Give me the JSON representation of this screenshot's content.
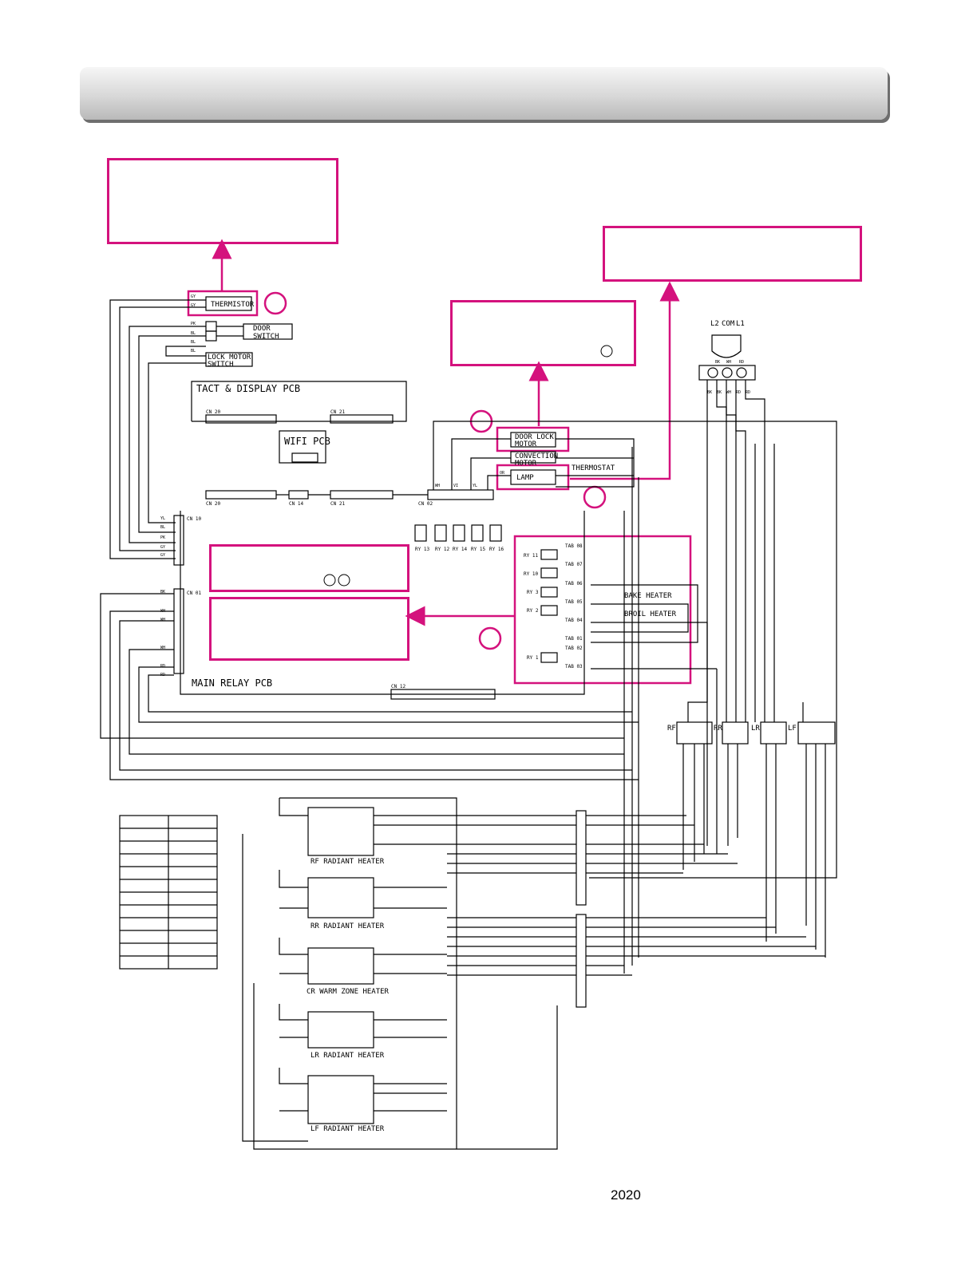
{
  "components": {
    "thermistor": "THERMISTOR",
    "door_switch": [
      "DOOR",
      "SWITCH"
    ],
    "lock_motor_switch": [
      "LOCK MOTOR",
      "SWITCH"
    ],
    "tact_display_pcb": "TACT & DISPLAY PCB",
    "wifi_pcb": "WIFI PCB",
    "main_relay_pcb": "MAIN RELAY PCB",
    "door_lock_motor": [
      "DOOR LOCK",
      "MOTOR"
    ],
    "convection_motor": [
      "CONVECTION",
      "MOTOR"
    ],
    "lamp": "LAMP",
    "thermostat": "THERMOSTAT",
    "bake_heater": "BAKE HEATER",
    "broil_heater": "BROIL HEATER",
    "power_terminal": [
      "L2",
      "COM",
      "L1"
    ],
    "rf_radiant_heater": "RF RADIANT HEATER",
    "rr_radiant_heater": "RR RADIANT HEATER",
    "cr_warm_zone_heater": "CR WARM ZONE HEATER",
    "lr_radiant_heater": "LR RADIANT HEATER",
    "lf_radiant_heater": "LF RADIANT HEATER",
    "infinite_switch_labels": [
      "RF",
      "RR",
      "LR",
      "LF"
    ]
  },
  "connectors": {
    "cn20": "CN 20",
    "cn21": "CN 21",
    "cn14": "CN 14",
    "cn02": "CN 02",
    "cn10": "CN 10",
    "cn01": "CN 01",
    "cn12": "CN 12"
  },
  "relays": [
    "RY 13",
    "RY 12",
    "RY 14",
    "RY 15",
    "RY 16",
    "RY 11",
    "RY 10",
    "RY 3",
    "RY 2",
    "RY 1"
  ],
  "tabs": [
    "TAB 08",
    "TAB 07",
    "TAB 06",
    "TAB 05",
    "TAB 04",
    "TAB 01",
    "TAB 02",
    "TAB 03"
  ],
  "wire_colors": {
    "thermistor": [
      "GY",
      "GY"
    ],
    "door_switch": [
      "PK",
      "BL",
      "BL",
      "BL"
    ],
    "cn10": [
      "YL",
      "BL",
      "PK",
      "GY",
      "GY"
    ],
    "cn01": [
      "BK",
      "WH",
      "WH",
      "WH",
      "RD",
      "RD"
    ],
    "cn02": [
      "WH",
      "VI",
      "YL",
      "OR"
    ],
    "power": [
      "BK",
      "WH",
      "RD"
    ],
    "power_out": [
      "BK",
      "BK",
      "WH",
      "RD",
      "RD"
    ]
  },
  "page_number": "2020",
  "colors": {
    "callout": "#d4127d",
    "line": "#000000",
    "header_bar": "#c8c8c8"
  }
}
